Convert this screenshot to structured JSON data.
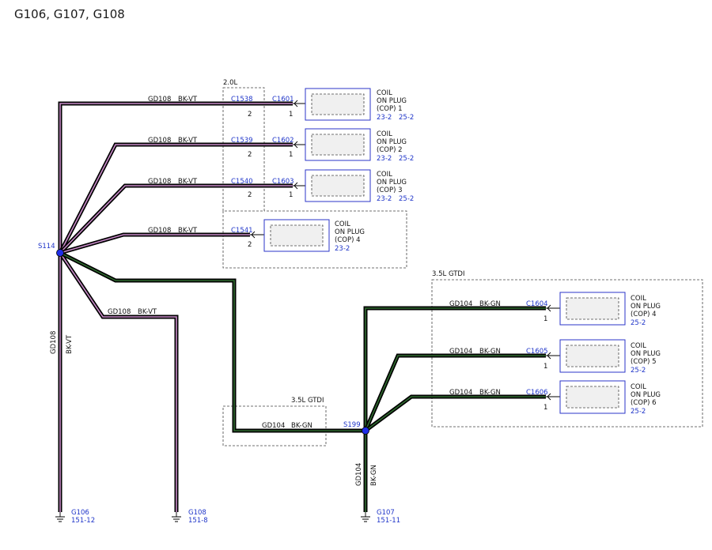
{
  "title": "G106, G107, G108",
  "splices": {
    "s114": "S114",
    "s199": "S199"
  },
  "wires": {
    "gd108": "GD108",
    "bk_vt": "BK-VT",
    "gd104": "GD104",
    "bk_gn": "BK-GN"
  },
  "groups": {
    "g20": "2.0L",
    "g35_right": "3.5L GTDI",
    "g35_mid": "3.5L GTDI"
  },
  "coil": {
    "line1": "COIL",
    "line2": "ON PLUG"
  },
  "cops": [
    {
      "conn": "C1538",
      "conn_pin": "2",
      "cop": "C1601",
      "cop_pin": "1",
      "label": "(COP) 1",
      "ref1": "23-2",
      "ref2": "25-2"
    },
    {
      "conn": "C1539",
      "conn_pin": "2",
      "cop": "C1602",
      "cop_pin": "1",
      "label": "(COP) 2",
      "ref1": "23-2",
      "ref2": "25-2"
    },
    {
      "conn": "C1540",
      "conn_pin": "2",
      "cop": "C1603",
      "cop_pin": "1",
      "label": "(COP) 3",
      "ref1": "23-2",
      "ref2": "25-2"
    },
    {
      "conn": "C1541",
      "conn_pin": "2",
      "label": "(COP) 4",
      "ref1": "23-2"
    },
    {
      "cop": "C1604",
      "cop_pin": "1",
      "label": "(COP) 4",
      "ref1": "25-2"
    },
    {
      "cop": "C1605",
      "cop_pin": "1",
      "label": "(COP) 5",
      "ref1": "25-2"
    },
    {
      "cop": "C1606",
      "cop_pin": "1",
      "label": "(COP) 6",
      "ref1": "25-2"
    }
  ],
  "grounds": [
    {
      "name": "G106",
      "ref": "151-12"
    },
    {
      "name": "G108",
      "ref": "151-8"
    },
    {
      "name": "G107",
      "ref": "151-11"
    }
  ]
}
